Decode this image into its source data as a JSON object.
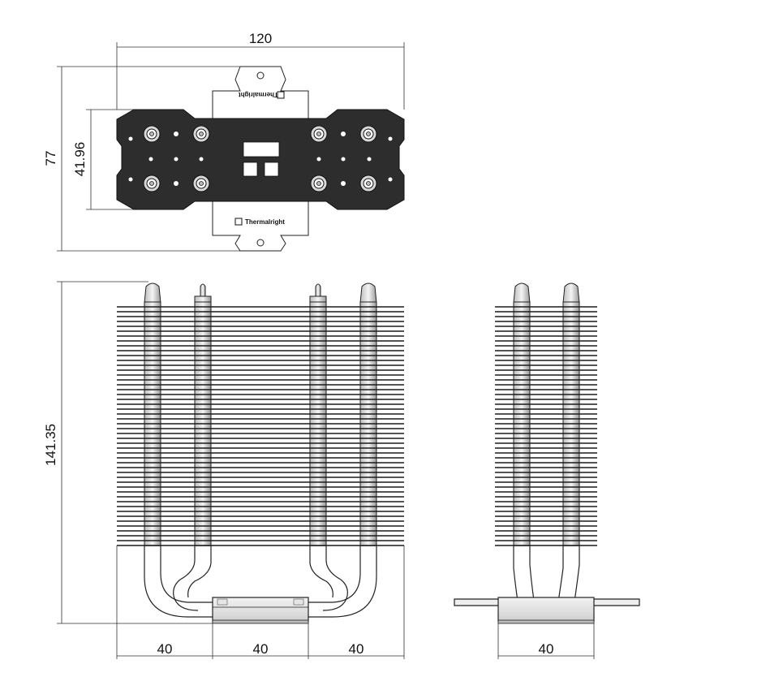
{
  "top_view": {
    "width_label": "120",
    "height_label": "77",
    "hole_spacing_label": "41.96",
    "brand_top": "Thermalright",
    "brand_bottom": "Thermalright"
  },
  "front_view": {
    "height_label": "141.35",
    "bottom_labels": [
      "40",
      "40",
      "40"
    ]
  },
  "side_view": {
    "bottom_label": "40"
  }
}
